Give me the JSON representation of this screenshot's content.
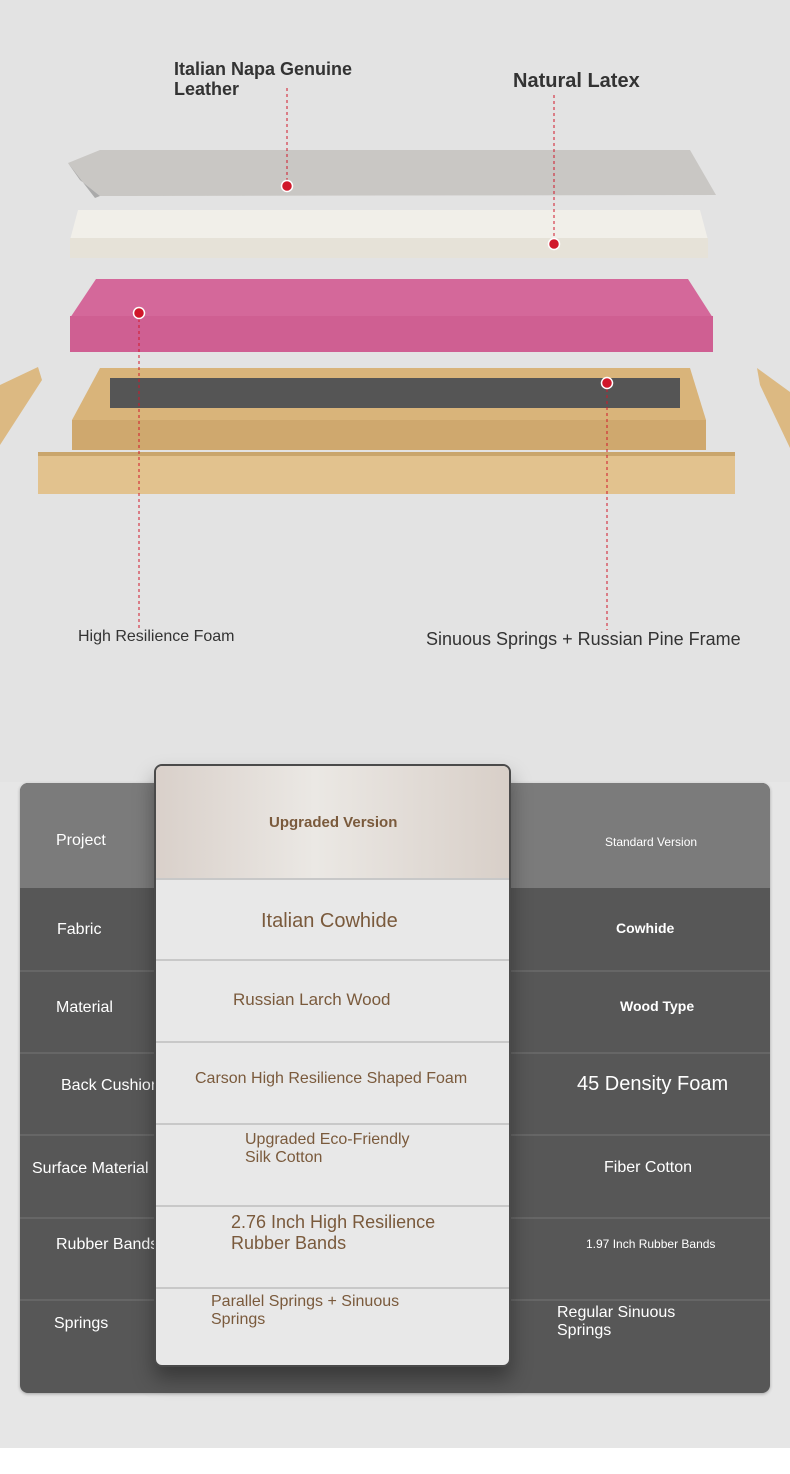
{
  "callouts": {
    "leather": "Italian Napa Genuine Leather",
    "latex": "Natural Latex",
    "foam": "High Resilience Foam",
    "frame": "Sinuous Springs + Russian Pine Frame"
  },
  "colors": {
    "marker": "#d0172a",
    "accent_text": "#7a5a3c",
    "foam": "#d4689a"
  },
  "table": {
    "header": {
      "project": "Project",
      "upgraded": "Upgraded Version",
      "standard": "Standard Version"
    },
    "rows": [
      {
        "label": "Fabric",
        "upgraded": "Italian Cowhide",
        "standard": "Cowhide"
      },
      {
        "label": "Material",
        "upgraded": "Russian Larch Wood",
        "standard": "Wood Type"
      },
      {
        "label": "Back Cushion",
        "upgraded": "Carson High Resilience Shaped Foam",
        "standard": "45 Density Foam"
      },
      {
        "label": "Surface Material",
        "upgraded": "Upgraded Eco-Friendly Silk Cotton",
        "standard": "Fiber Cotton"
      },
      {
        "label": "Rubber Bands",
        "upgraded": "2.76 Inch High Resilience Rubber Bands",
        "standard": "1.97 Inch Rubber Bands"
      },
      {
        "label": "Springs",
        "upgraded": "Parallel Springs + Sinuous Springs",
        "standard": "Regular Sinuous Springs"
      }
    ]
  }
}
